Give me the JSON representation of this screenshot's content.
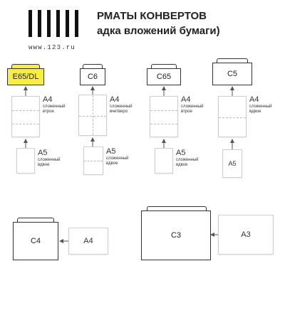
{
  "header": {
    "logo_text": "www.123.ru",
    "title_line1": "РМАТЫ КОНВЕРТОВ",
    "title_line2": "адка вложений бумаги)"
  },
  "columns": [
    {
      "envelope": "E65/DL",
      "sheet": "A4",
      "sheet_note": "сложенный втрое",
      "small": "A5",
      "small_note": "сложенный вдвое"
    },
    {
      "envelope": "C6",
      "sheet": "A4",
      "sheet_note": "сложенный вчетверо",
      "small": "A5",
      "small_note": "сложенный вдвое"
    },
    {
      "envelope": "C65",
      "sheet": "A4",
      "sheet_note": "сложенный втрое",
      "small": "A5",
      "small_note": "сложенный вдвое"
    },
    {
      "envelope": "C5",
      "sheet": "A4",
      "sheet_note": "сложенный вдвое",
      "small": "A5",
      "small_note": ""
    }
  ],
  "bottom": {
    "left_envelope": "C4",
    "left_sheet": "A4",
    "right_envelope": "C3",
    "right_sheet": "A3"
  },
  "colors": {
    "highlight": "#f6ee46",
    "line": "#333333"
  }
}
